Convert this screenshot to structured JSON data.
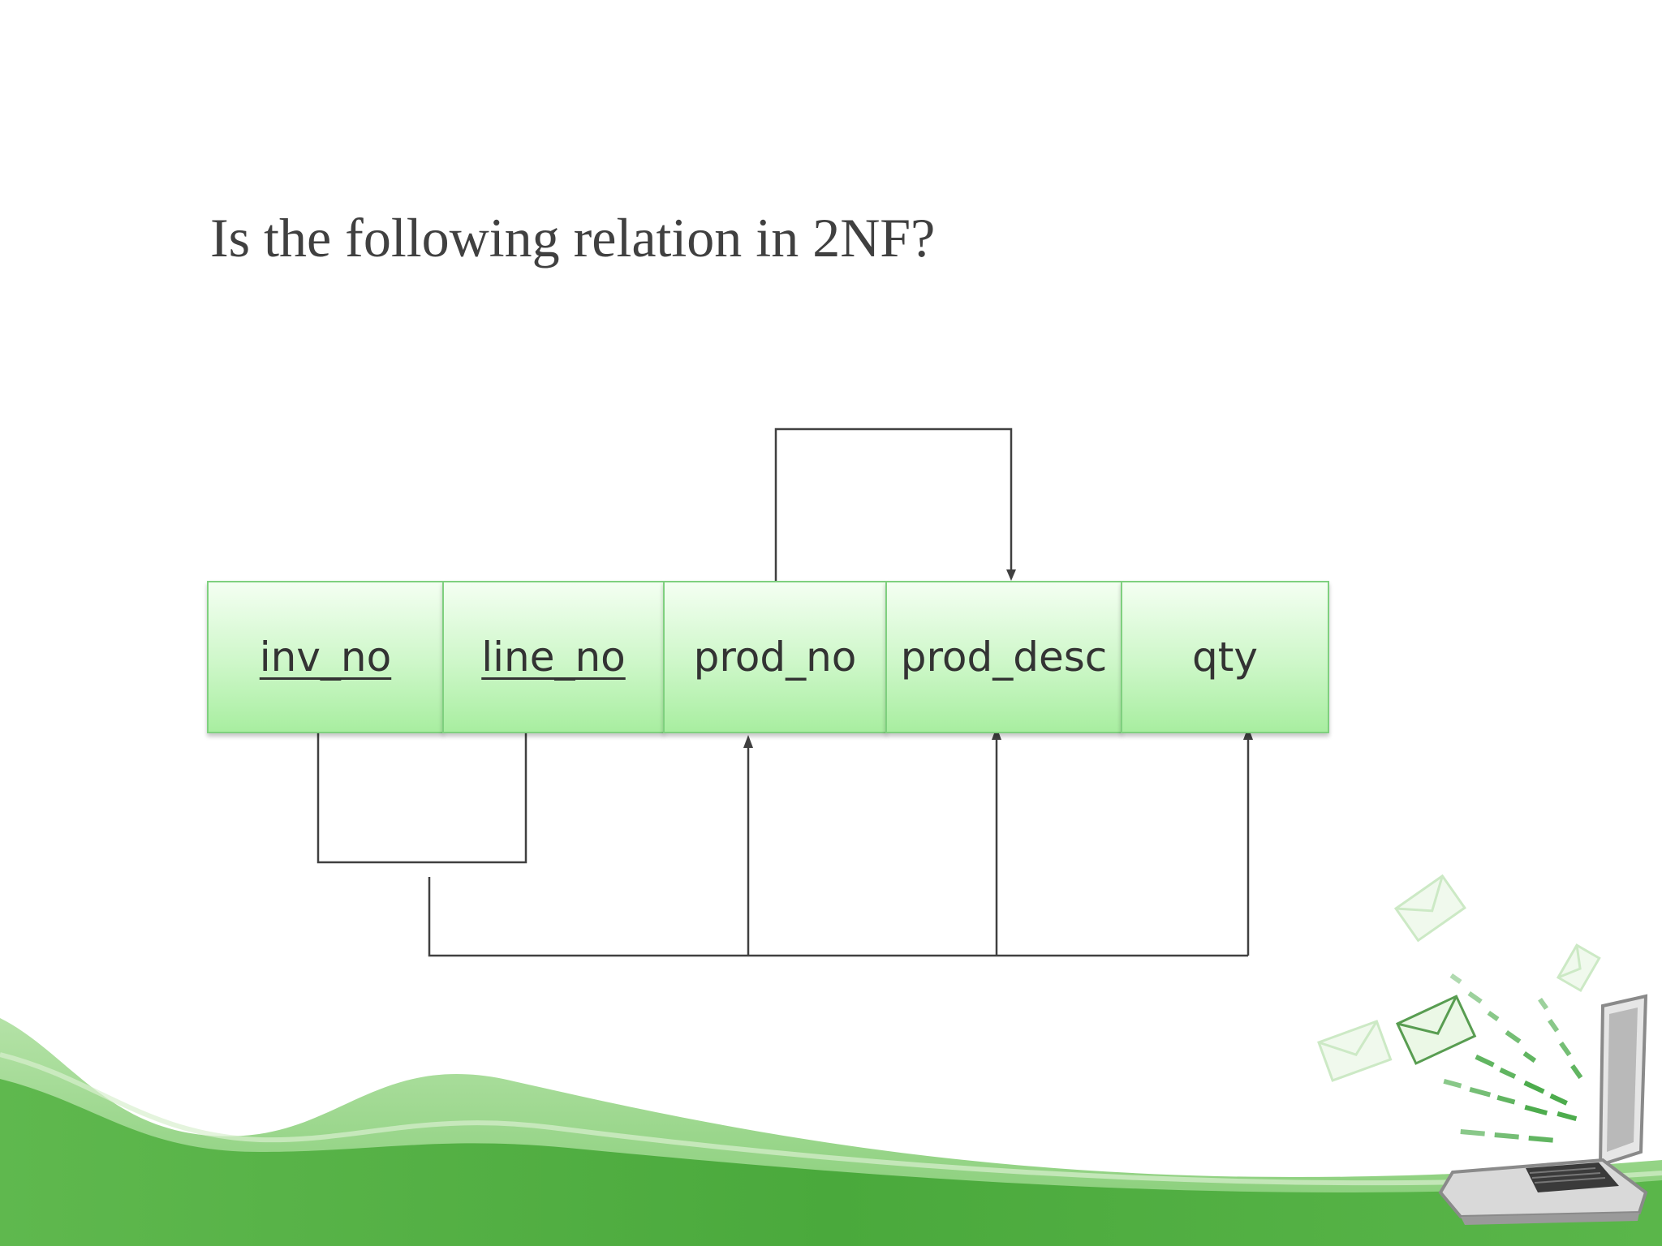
{
  "slide": {
    "question": "Is the following relation in 2NF?"
  },
  "relation": {
    "attributes": [
      {
        "name": "inv_no",
        "is_key": true
      },
      {
        "name": "line_no",
        "is_key": true
      },
      {
        "name": "prod_no",
        "is_key": false
      },
      {
        "name": "prod_desc",
        "is_key": false
      },
      {
        "name": "qty",
        "is_key": false
      }
    ],
    "dependencies": [
      {
        "from": [
          "inv_no",
          "line_no"
        ],
        "to": [
          "prod_no",
          "prod_desc",
          "qty"
        ]
      },
      {
        "from": [
          "prod_no"
        ],
        "to": [
          "prod_desc"
        ]
      }
    ]
  },
  "colors": {
    "box_fill": "#c8f5c2",
    "box_border": "#7fd07f",
    "line": "#404040",
    "text": "#333333",
    "title": "#404040",
    "wave_dark": "#4caf3f",
    "wave_light": "#8fd47f"
  },
  "decorations": [
    "wave-background",
    "laptop-envelopes-illustration"
  ]
}
